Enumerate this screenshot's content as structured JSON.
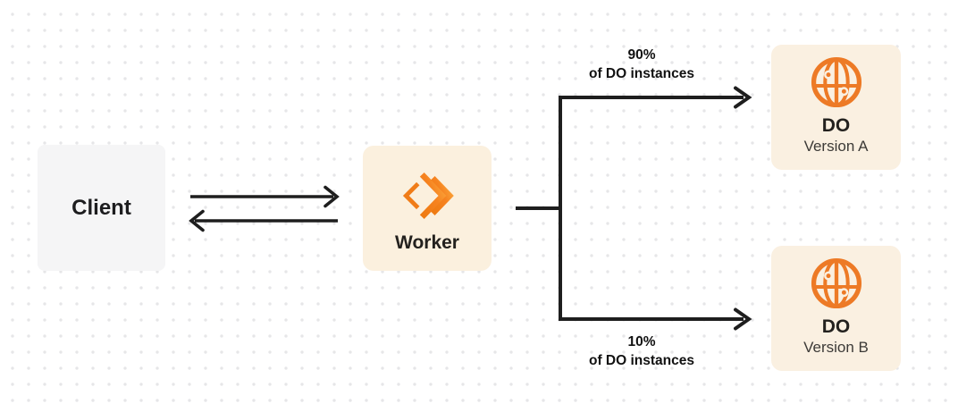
{
  "diagram": {
    "client": {
      "label": "Client"
    },
    "worker": {
      "label": "Worker",
      "icon": "workers-chevrons-icon"
    },
    "do_version_a": {
      "title": "DO",
      "subtitle": "Version A",
      "icon": "globe-icon"
    },
    "do_version_b": {
      "title": "DO",
      "subtitle": "Version B",
      "icon": "globe-icon"
    },
    "routes": {
      "top": {
        "percent": "90%",
        "caption": "of DO instances"
      },
      "bottom": {
        "percent": "10%",
        "caption": "of DO instances"
      }
    },
    "colors": {
      "workers_orange": "#F6821F",
      "workers_orange_light": "#FAAE40",
      "globe_orange": "#ED7A26",
      "node_cream": "#FBF0DE",
      "client_gray": "#F5F5F6",
      "connector_dark": "#1E1E1E",
      "dot_grid": "#E6E6E8"
    }
  }
}
